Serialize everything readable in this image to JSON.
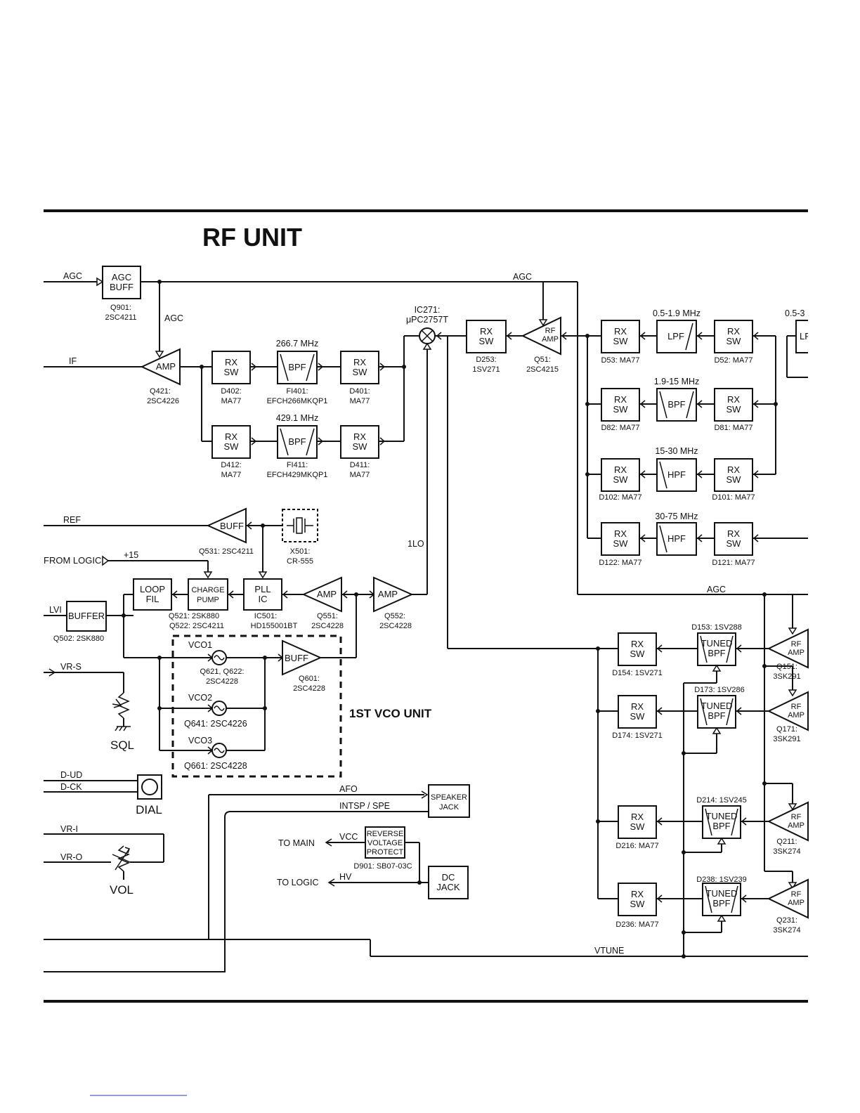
{
  "title": "RF UNIT",
  "vco_unit_label": "1ST VCO UNIT",
  "signals": {
    "agc": "AGC",
    "if": "IF",
    "ref": "REF",
    "from_logic": "FROM LOGIC",
    "plus15": "+15",
    "lvi": "LVI",
    "vr_s": "VR-S",
    "d_ud": "D-UD",
    "d_ck": "D-CK",
    "vr_i": "VR-I",
    "vr_o": "VR-O",
    "lo1": "1LO",
    "afo": "AFO",
    "intsp": "INTSP / SPE",
    "vcc": "VCC",
    "hv": "HV",
    "to_main": "TO MAIN",
    "to_logic": "TO LOGIC",
    "vtune": "VTUNE"
  },
  "blocks": {
    "rx_sw": [
      "RX",
      "SW"
    ],
    "agc_buff": [
      "AGC",
      "BUFF"
    ],
    "amp": "AMP",
    "bpf": "BPF",
    "lpf": "LPF",
    "hpf": "HPF",
    "rf_amp": [
      "RF",
      "AMP"
    ],
    "buff": "BUFF",
    "buffer": "BUFFER",
    "loop_fil": [
      "LOOP",
      "FIL"
    ],
    "charge_pump": [
      "CHARGE",
      "PUMP"
    ],
    "pll_ic": [
      "PLL",
      "IC"
    ],
    "tuned_bpf": [
      "TUNED",
      "BPF"
    ],
    "speaker_jack": [
      "SPEAKER",
      "JACK"
    ],
    "reverse_protect": [
      "REVERSE",
      "VOLTAGE",
      "PROTECT"
    ],
    "dc_jack": [
      "DC",
      "JACK"
    ],
    "dial": "DIAL",
    "sql": "SQL",
    "vol": "VOL",
    "vco1": "VCO1",
    "vco2": "VCO2",
    "vco3": "VCO3"
  },
  "freqs": {
    "f266": "266.7 MHz",
    "f429": "429.1 MHz",
    "f05_19": "0.5-1.9 MHz",
    "f05_3": "0.5-3",
    "f19_15": "1.9-15 MHz",
    "f15_30": "15-30 MHz",
    "f30_75": "30-75 MHz"
  },
  "parts": {
    "q901": [
      "Q901:",
      "2SC4211"
    ],
    "q421": [
      "Q421:",
      "2SC4226"
    ],
    "d402": [
      "D402:",
      "MA77"
    ],
    "fi401": [
      "FI401:",
      "EFCH266MKQP1"
    ],
    "d401": [
      "D401:",
      "MA77"
    ],
    "d412": [
      "D412:",
      "MA77"
    ],
    "fi411": [
      "FI411:",
      "EFCH429MKQP1"
    ],
    "d411": [
      "D411:",
      "MA77"
    ],
    "ic271": [
      "IC271:",
      "μPC2757T"
    ],
    "d253": [
      "D253:",
      "1SV271"
    ],
    "q51": [
      "Q51:",
      "2SC4215"
    ],
    "d53": "D53: MA77",
    "d52": "D52: MA77",
    "d82": "D82: MA77",
    "d81": "D81: MA77",
    "d102": "D102: MA77",
    "d101": "D101: MA77",
    "d122": "D122: MA77",
    "d121": "D121: MA77",
    "q531": "Q531: 2SC4211",
    "x501": [
      "X501:",
      "CR-555"
    ],
    "q521": [
      "Q521: 2SK880",
      "Q522: 2SC4211"
    ],
    "ic501": [
      "IC501:",
      "HD155001BT"
    ],
    "q551": [
      "Q551:",
      "2SC4228"
    ],
    "q552": [
      "Q552:",
      "2SC4228"
    ],
    "q502": "Q502: 2SK880",
    "q621": [
      "Q621, Q622:",
      "2SC4228"
    ],
    "q601": [
      "Q601:",
      "2SC4228"
    ],
    "q641": "Q641: 2SC4226",
    "q661": "Q661: 2SC4228",
    "d153": "D153: 1SV288",
    "d154": "D154: 1SV271",
    "q151": [
      "Q151:",
      "3SK291"
    ],
    "d173": "D173: 1SV286",
    "d174": "D174: 1SV271",
    "q171": [
      "Q171:",
      "3SK291"
    ],
    "d214": "D214: 1SV245",
    "d216": "D216: MA77",
    "q211": [
      "Q211:",
      "3SK274"
    ],
    "d238": "D238: 1SV239",
    "d236": "D236: MA77",
    "q231": [
      "Q231:",
      "3SK274"
    ],
    "d901": "D901: SB07-03C"
  }
}
